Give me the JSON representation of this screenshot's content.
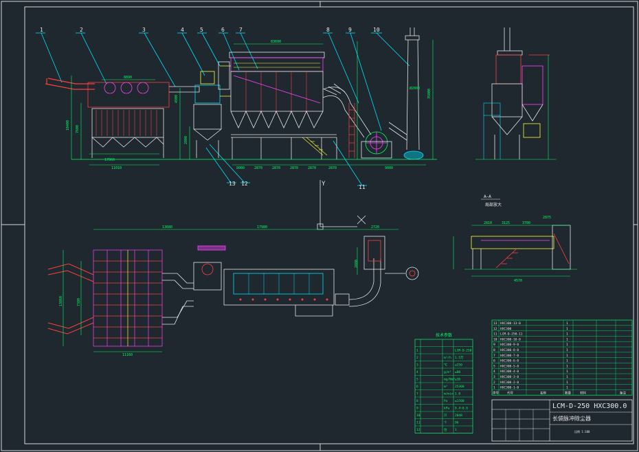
{
  "title_block": {
    "drawing_no": "LCM-D-250 HXC300.0",
    "drawing_title": "长袋脉冲除尘器",
    "small_note": "比例 1:100"
  },
  "callouts": [
    "1",
    "2",
    "3",
    "4",
    "5",
    "6",
    "7",
    "8",
    "9",
    "10",
    "11",
    "12",
    "13"
  ],
  "section_label": "A—A",
  "section_subtitle": "局部放大",
  "view_symbol": "Y",
  "dimensions": {
    "elev_total": "83690",
    "elev_dust_w": "8890",
    "elev_dust_bottom": "17060",
    "elev_left_h": "10400",
    "elev_left_h2": "7600",
    "elev_mid_h": "4900",
    "elev_mid_h2": "2800",
    "elev_silo": "11010",
    "elev_stack": "35000",
    "elev_stack_d": "Ø2000",
    "bottom_spans": [
      "8000",
      "2870",
      "2870",
      "2870",
      "2870",
      "2870",
      "9000"
    ],
    "plan_top": "13680",
    "plan_top2": "17980",
    "plan_top3": "2720",
    "plan_left_w": "11160",
    "plan_left_h": "13860",
    "plan_left_h2": "7380",
    "plan_right_h": "2880",
    "section_w": "4570",
    "section_spans": [
      "2810",
      "3125",
      "3700",
      "2875"
    ]
  },
  "param_table": {
    "header": "技术参数",
    "units": [
      "",
      "m³/h",
      "℃",
      "g/m³",
      "mg/Nm³",
      "m²",
      "m/min",
      "Pa",
      "kPa",
      "只",
      "个",
      "台"
    ],
    "values": [
      "LCM-D-250",
      "1.5万",
      "≤250",
      "≤80",
      "≤30",
      "25300",
      "1.0",
      "≤1700",
      "0.4~0.6",
      "2048",
      "96",
      "1"
    ]
  },
  "bom": {
    "rows": [
      {
        "no": "13",
        "code": "HXC300-13-0",
        "qty": "1"
      },
      {
        "no": "12",
        "code": "HXC300",
        "qty": "1"
      },
      {
        "no": "11",
        "code": "LCM-D-250-11",
        "qty": "1"
      },
      {
        "no": "10",
        "code": "HXC300-10-0",
        "qty": "1"
      },
      {
        "no": "9",
        "code": "HXC300-9-0",
        "qty": "1"
      },
      {
        "no": "8",
        "code": "HXC300-8-0",
        "qty": "1"
      },
      {
        "no": "7",
        "code": "HXC300-7-0",
        "qty": "1"
      },
      {
        "no": "6",
        "code": "HXC300-6-0",
        "qty": "1"
      },
      {
        "no": "5",
        "code": "HXC300-5-0",
        "qty": "1"
      },
      {
        "no": "4",
        "code": "HXC300-4-0",
        "qty": "1"
      },
      {
        "no": "3",
        "code": "HXC300-3-0",
        "qty": "1"
      },
      {
        "no": "2",
        "code": "HXC300-2-0",
        "qty": "1"
      },
      {
        "no": "1",
        "code": "HXC300-1-0",
        "qty": "1"
      }
    ],
    "header": {
      "no": "序号",
      "code": "代号",
      "name": "名称",
      "qty": "数量",
      "mat": "材料",
      "note": "备注"
    }
  },
  "colors": {
    "background": "#1f272f",
    "frame": "#e6e6e6",
    "structure": "#e8e8e8",
    "dimension": "#00ff66",
    "callout": "#00e5ff",
    "duct": "#ff3b3b",
    "accent_magenta": "#ff44ff",
    "accent_yellow": "#ffff33"
  }
}
